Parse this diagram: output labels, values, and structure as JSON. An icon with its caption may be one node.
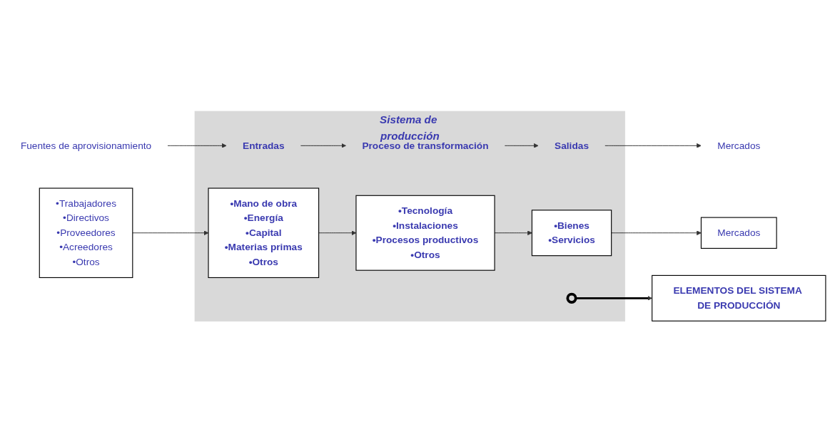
{
  "diagram": {
    "nodes": [
      {
        "text": [
          "Fuentes de aprovisionamiento"
        ]
      },
      {
        "text": [
          "Sistema de producción"
        ]
      },
      {
        "text": [
          "Entradas"
        ],
        "in": 1
      },
      {
        "text": [
          "Proceso de transformación"
        ],
        "in": 1
      },
      {
        "text": [
          "Salidas"
        ],
        "in": 1
      },
      {
        "text": [
          "Mercados"
        ]
      },
      {
        "text": [
          "•Trabajadores",
          "•Directivos",
          "•Proveedores",
          "•Acreedores",
          "•Otros"
        ]
      },
      {
        "text": [],
        "shape": "ellipse",
        "in": 1
      },
      {
        "text": [
          "•Mano de obra",
          "•Energía",
          "•Capital",
          "•Materias primas",
          "•Otros"
        ],
        "in": 1
      },
      {
        "text": [
          "•Tecnología",
          "•Instalaciones",
          "•Procesos productivos",
          "•Otros"
        ],
        "in": 1
      },
      {
        "text": [
          "•Bienes",
          "•Servicios"
        ],
        "in": 1
      },
      {
        "text": [
          "Mercados"
        ]
      },
      {
        "text": [
          "ELEMENTOS DEL SISTEMA DE PRODUCCIÓN"
        ]
      }
    ],
    "edges": [
      {
        "from": 0,
        "to": 2,
        "arrow": "to"
      },
      {
        "from": 2,
        "to": 3,
        "arrow": "to"
      },
      {
        "from": 3,
        "to": 4,
        "arrow": "to"
      },
      {
        "from": 4,
        "to": 5,
        "arrow": "to"
      },
      {
        "from": 6,
        "to": 8,
        "arrow": "to"
      },
      {
        "from": 8,
        "to": 9,
        "arrow": "to"
      },
      {
        "from": 9,
        "to": 10,
        "arrow": "to"
      },
      {
        "from": 10,
        "to": 11,
        "arrow": "to"
      },
      {
        "from": 7,
        "to": 12,
        "arrow": "to",
        "style": "thick"
      }
    ]
  }
}
